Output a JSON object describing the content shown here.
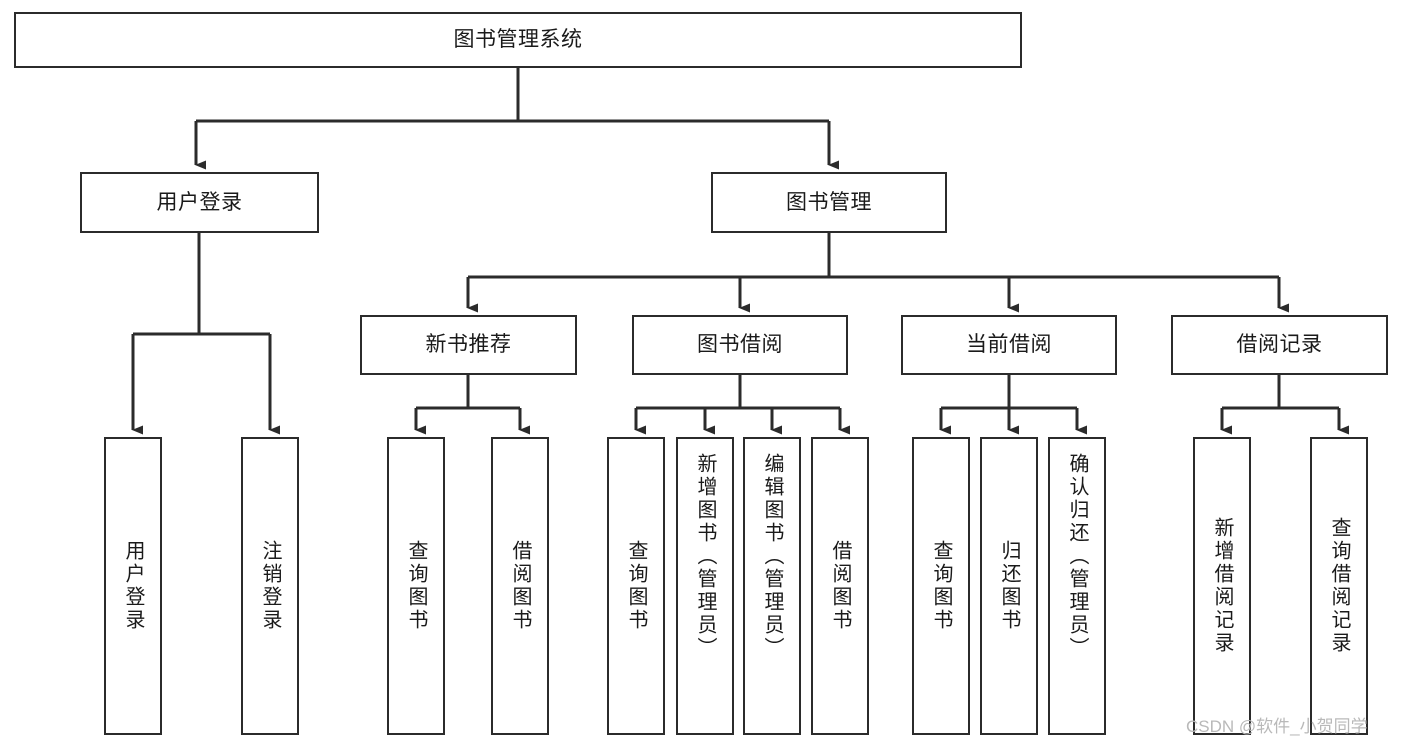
{
  "diagram": {
    "type": "tree-hierarchy",
    "title": "图书管理系统",
    "root": {
      "id": "root",
      "label": "图书管理系统",
      "orientation": "horizontal"
    },
    "level2": [
      {
        "id": "user-login",
        "label": "用户登录",
        "orientation": "horizontal"
      },
      {
        "id": "book-management",
        "label": "图书管理",
        "orientation": "horizontal"
      }
    ],
    "level3": [
      {
        "id": "new-book-recommend",
        "label": "新书推荐",
        "parent": "book-management",
        "orientation": "horizontal"
      },
      {
        "id": "book-borrow",
        "label": "图书借阅",
        "parent": "book-management",
        "orientation": "horizontal"
      },
      {
        "id": "current-borrow",
        "label": "当前借阅",
        "parent": "book-management",
        "orientation": "horizontal"
      },
      {
        "id": "borrow-record",
        "label": "借阅记录",
        "parent": "book-management",
        "orientation": "horizontal"
      }
    ],
    "leaves": [
      {
        "id": "leaf-user-login",
        "label": "用户登录",
        "parent": "user-login",
        "orientation": "vertical"
      },
      {
        "id": "leaf-logout-login",
        "label": "注销登录",
        "parent": "user-login",
        "orientation": "vertical"
      },
      {
        "id": "leaf-query-book-rec",
        "label": "查询图书",
        "parent": "new-book-recommend",
        "orientation": "vertical"
      },
      {
        "id": "leaf-borrow-book-rec",
        "label": "借阅图书",
        "parent": "new-book-recommend",
        "orientation": "vertical"
      },
      {
        "id": "leaf-query-book-borrow",
        "label": "查询图书",
        "parent": "book-borrow",
        "orientation": "vertical"
      },
      {
        "id": "leaf-add-book-admin",
        "label": "新增图书（管理员）",
        "parent": "book-borrow",
        "orientation": "vertical"
      },
      {
        "id": "leaf-edit-book-admin",
        "label": "编辑图书（管理员）",
        "parent": "book-borrow",
        "orientation": "vertical"
      },
      {
        "id": "leaf-borrow-book",
        "label": "借阅图书",
        "parent": "book-borrow",
        "orientation": "vertical"
      },
      {
        "id": "leaf-query-book-current",
        "label": "查询图书",
        "parent": "current-borrow",
        "orientation": "vertical"
      },
      {
        "id": "leaf-return-book",
        "label": "归还图书",
        "parent": "current-borrow",
        "orientation": "vertical"
      },
      {
        "id": "leaf-confirm-return-admin",
        "label": "确认归还（管理员）",
        "parent": "current-borrow",
        "orientation": "vertical"
      },
      {
        "id": "leaf-add-borrow-record",
        "label": "新增借阅记录",
        "parent": "borrow-record",
        "orientation": "vertical"
      },
      {
        "id": "leaf-query-borrow-record",
        "label": "查询借阅记录",
        "parent": "borrow-record",
        "orientation": "vertical"
      }
    ],
    "colors": {
      "stroke": "#2b2b2b",
      "background": "#ffffff",
      "text": "#1a1a1a",
      "watermark": "#b9b9b9"
    }
  },
  "watermark": {
    "text": "CSDN @软件_小贺同学"
  }
}
